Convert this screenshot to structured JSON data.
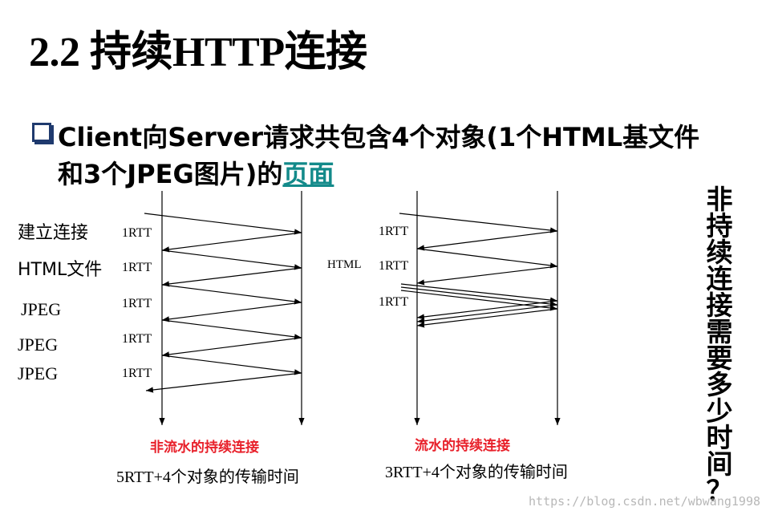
{
  "title": "2.2 持续HTTP连接",
  "bullet": {
    "line1": "Client向Server请求共包含4个对象(1个HTML基文件",
    "line2_prefix": "和3个JPEG图片)的",
    "line2_link": "页面"
  },
  "left_diagram": {
    "labels": [
      "建立连接",
      "HTML文件",
      "JPEG",
      "JPEG",
      "JPEG"
    ],
    "rtt_labels": [
      "1RTT",
      "1RTT",
      "1RTT",
      "1RTT",
      "1RTT"
    ],
    "caption": "非流水的持续连接",
    "time": "5RTT+4个对象的传输时间"
  },
  "right_diagram": {
    "html_label": "HTML",
    "rtt_labels": [
      "1RTT",
      "1RTT",
      "1RTT"
    ],
    "caption": "流水的持续连接",
    "time": "3RTT+4个对象的传输时间"
  },
  "vertical_text": [
    "非",
    "持",
    "续",
    "连",
    "接",
    "需",
    "要",
    "多",
    "少",
    "时",
    "间",
    "？"
  ],
  "watermark": "https://blog.csdn.net/wbwang1998"
}
